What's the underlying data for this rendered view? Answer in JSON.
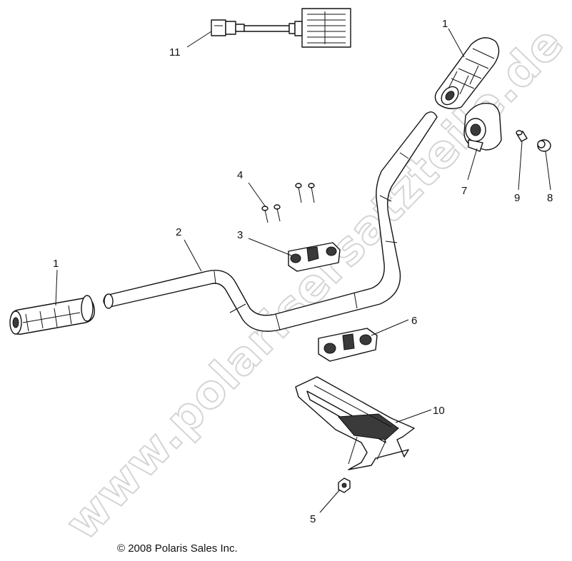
{
  "watermark": "www.polarisersatzteile.de",
  "copyright": "© 2008 Polaris Sales Inc.",
  "callouts": {
    "grip_right": "1",
    "grip_left": "1",
    "handlebar": "2",
    "clamp_upper": "3",
    "bolts": "4",
    "nut": "5",
    "clamp_lower": "6",
    "throttle_block": "7",
    "plug": "8",
    "end_cap": "9",
    "bracket": "10",
    "harness": "11"
  }
}
